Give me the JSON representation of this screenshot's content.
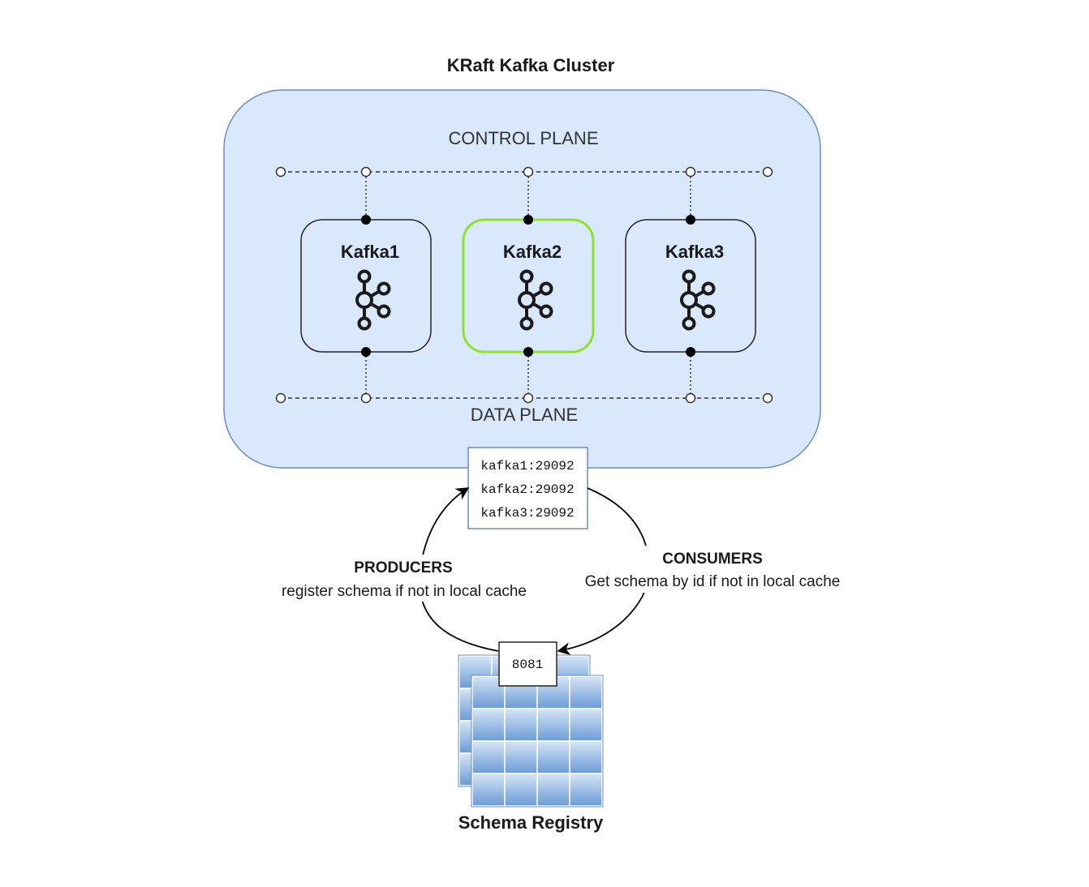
{
  "cluster": {
    "title": "KRaft Kafka Cluster",
    "control_plane_label": "CONTROL PLANE",
    "data_plane_label": "DATA PLANE"
  },
  "brokers": [
    {
      "label": "Kafka1",
      "highlighted": false,
      "icon": "kafka-icon"
    },
    {
      "label": "Kafka2",
      "highlighted": true,
      "icon": "kafka-icon"
    },
    {
      "label": "Kafka3",
      "highlighted": false,
      "icon": "kafka-icon"
    }
  ],
  "bootstrap": {
    "lines": [
      "kafka1:29092",
      "kafka2:29092",
      "kafka3:29092"
    ]
  },
  "producers": {
    "title": "PRODUCERS",
    "description": "register schema if not in local cache"
  },
  "consumers": {
    "title": "CONSUMERS",
    "description": "Get schema by id if not in local cache"
  },
  "schema_registry": {
    "port": "8081",
    "label": "Schema Registry",
    "icon": "table-stack-icon"
  },
  "colors": {
    "cluster_fill": "#dae8fc",
    "cluster_stroke": "#6c8ebf",
    "highlight_stroke": "#8ee22c",
    "registry_cell_fill": "#6fa8dc",
    "registry_cell_light": "#cfe2f3"
  }
}
